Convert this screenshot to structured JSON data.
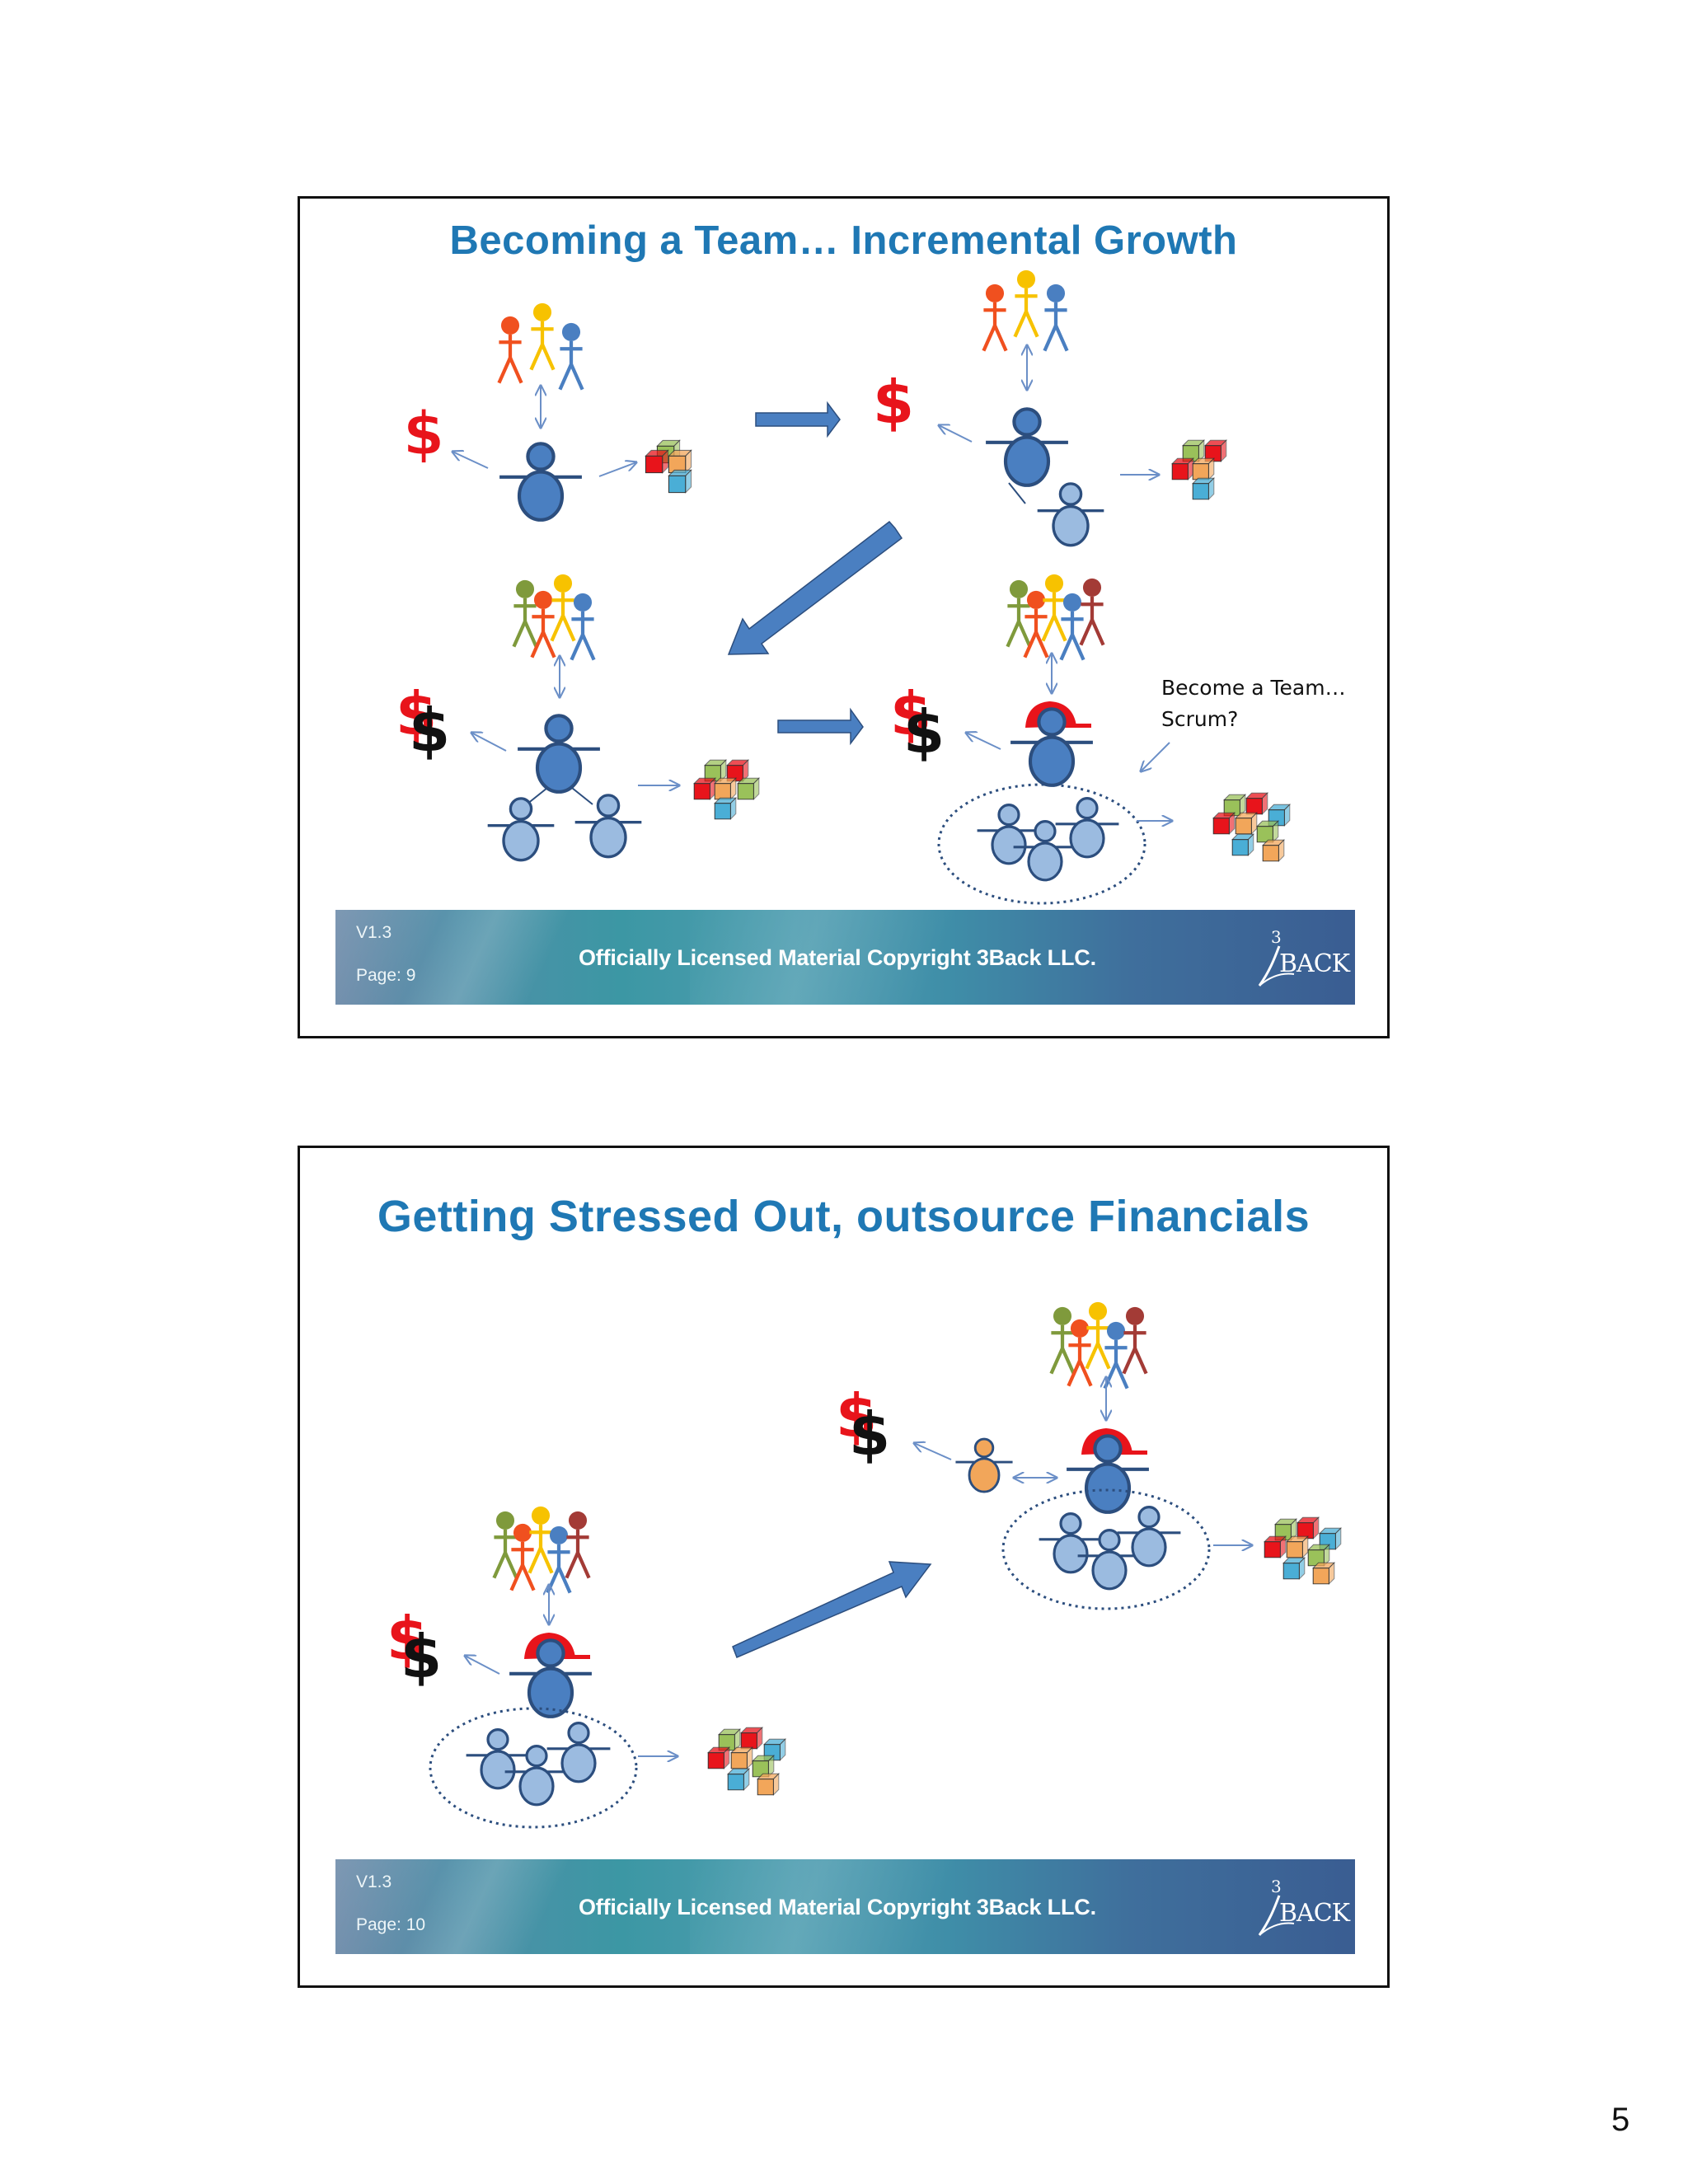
{
  "slides": [
    {
      "title": "Becoming a Team… Incremental Growth",
      "annotation": "Become a Team…\nScrum?",
      "footer": {
        "version": "V1.3",
        "page": "Page: 9",
        "copyright": "Officially Licensed Material Copyright 3Back LLC.",
        "logo_text": "BACK",
        "logo_numeral": "3"
      }
    },
    {
      "title": "Getting Stressed Out, outsource Financials",
      "footer": {
        "version": "V1.3",
        "page": "Page: 10",
        "copyright": "Officially Licensed Material Copyright 3Back LLC.",
        "logo_text": "BACK",
        "logo_numeral": "3"
      }
    }
  ],
  "page_number": "5",
  "dollar_label": "$",
  "colors": {
    "title_blue": "#1f78b4",
    "person_blue": "#4a7fc1",
    "team_light_blue": "#9bbbe0",
    "dollar_red": "#e8141b",
    "scrum_hat_red": "#e8141b",
    "outsourced_orange": "#f2a65a",
    "arrow_blue": "#4a7fc1"
  }
}
